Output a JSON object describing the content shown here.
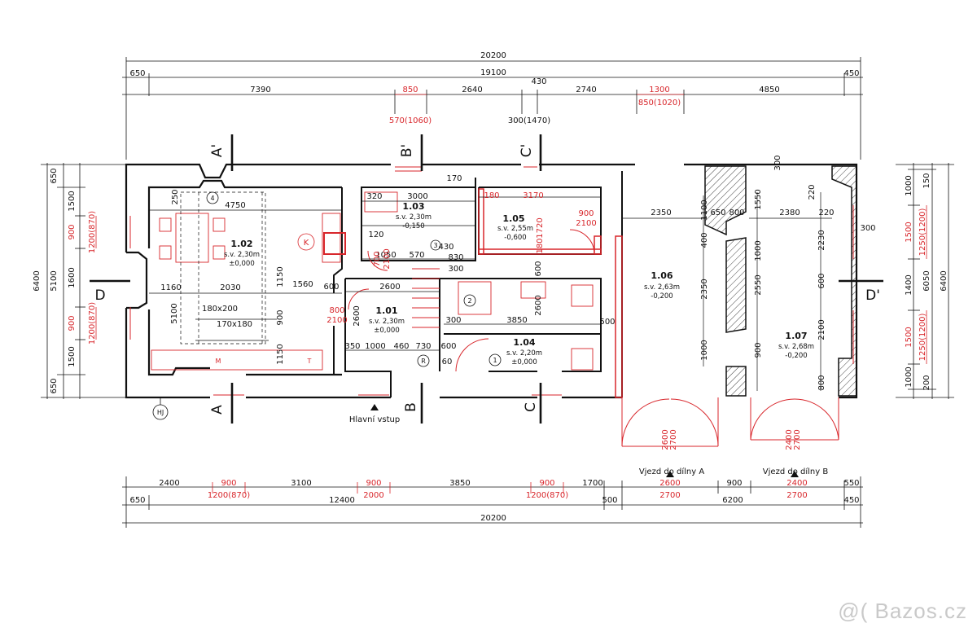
{
  "dims_top": {
    "total": "20200",
    "inner": "19100",
    "edge_left": "650",
    "edge_right": "450",
    "d1": "7390",
    "d2": "850",
    "d3": "2640",
    "d4": "430",
    "d5": "2740",
    "d6": "1300",
    "d7": "4850",
    "r1": "570(1060)",
    "r2": "300(1470)",
    "r3": "850(1020)"
  },
  "dims_bottom": {
    "a1": "2400",
    "a2": "900",
    "a3": "3100",
    "a4": "900",
    "a5": "3850",
    "a6": "900",
    "a7": "1700",
    "a8": "2600",
    "a9": "900",
    "a10": "2400",
    "a11": "550",
    "b1": "1200(870)",
    "b2": "2000",
    "b3": "1200(870)",
    "b4": "2700",
    "b5": "2700",
    "c1": "650",
    "c2": "12400",
    "c3": "500",
    "c4": "6200",
    "c5": "450",
    "total": "20200"
  },
  "dims_left": {
    "total": "6400",
    "inner": "5100",
    "e1": "650",
    "e2": "1500",
    "e3": "900",
    "e4": "1600",
    "e5": "900",
    "e6": "1500",
    "e7": "650",
    "r1": "1200(870)",
    "r2": "1200(870)"
  },
  "dims_right": {
    "total": "6400",
    "inner": "6050",
    "e1": "150",
    "e2": "1000",
    "e3": "1500",
    "e4": "1400",
    "e5": "1500",
    "e6": "1000",
    "e7": "200",
    "r1": "1250(1200)",
    "r2": "1250(1200)"
  },
  "sections": {
    "a_top": "A'",
    "a_bot": "A",
    "b_top": "B'",
    "b_bot": "B",
    "c_top": "C'",
    "c_bot": "C",
    "d_left": "D",
    "d_right": "D'"
  },
  "rooms": [
    {
      "num": "1.02",
      "sv": "s.v. 2,30m",
      "lvl": "±0,000"
    },
    {
      "num": "1.03",
      "sv": "s.v. 2,30m",
      "lvl": "-0,150"
    },
    {
      "num": "1.05",
      "sv": "s.v. 2,55m",
      "lvl": "-0,600"
    },
    {
      "num": "1.01",
      "sv": "s.v. 2,30m",
      "lvl": "±0,000"
    },
    {
      "num": "1.04",
      "sv": "s.v. 2,20m",
      "lvl": "±0,000"
    },
    {
      "num": "1.06",
      "sv": "s.v. 2,63m",
      "lvl": "-0,200"
    },
    {
      "num": "1.07",
      "sv": "s.v. 2,68m",
      "lvl": "-0,200"
    }
  ],
  "inner_dims": {
    "r102_w": "4750",
    "r102_a": "250",
    "r102_b": "1160",
    "r102_c": "2030",
    "r102_d": "1150",
    "r102_e": "1560",
    "r102_f": "1150",
    "r102_g": "5100",
    "r102_h": "900",
    "bed1": "180x200",
    "bed2": "170x180",
    "r103_a": "320",
    "r103_b": "3000",
    "r103_c": "120",
    "r103_d": "1050",
    "r103_e": "570",
    "r103_f": "430",
    "r103_g": "830",
    "r103_h": "170",
    "r105_a": "3170",
    "r105_b": "180",
    "r105_c": "1720",
    "r105_d": "180",
    "r105_door": "900",
    "r105_door2": "2100",
    "r101_a": "600",
    "r101_b": "2600",
    "r101_c": "2600",
    "r101_d": "350",
    "r101_e": "1000",
    "r101_f": "460",
    "r101_g": "730",
    "r101_h": "600",
    "r101_i": "60",
    "door_a": "800",
    "door_b": "2100",
    "door_c": "700",
    "door_d": "2100",
    "r104_a": "300",
    "r104_b": "3850",
    "r104_c": "2600",
    "r104_d": "500",
    "r104_e": "600",
    "r104_f": "300",
    "r106_a": "2350",
    "r106_b": "1100",
    "r106_c": "400",
    "r106_d": "2350",
    "r106_e": "1000",
    "r106_f": "650",
    "r106_g": "800",
    "r107_a": "2380",
    "r107_b": "220",
    "r107_c": "220",
    "r107_d": "1550",
    "r107_e": "2230",
    "r107_f": "2550",
    "r107_g": "600",
    "r107_h": "2100",
    "r107_i": "900",
    "r107_j": "800",
    "r107_k": "300",
    "r107_l": "1000",
    "r107_m": "300"
  },
  "symbols": {
    "k": "K",
    "m": "M",
    "t": "T",
    "r": "R",
    "hj": "HJ",
    "n4": "4",
    "n3": "3",
    "n2": "2",
    "n1": "1"
  },
  "labels": {
    "entry": "Hlavní vstup",
    "garage_a": "Vjezd do dílny A",
    "garage_b": "Vjezd do dílny B",
    "ga_h1": "2600",
    "ga_h2": "2700",
    "gb_h1": "2400",
    "gb_h2": "2700"
  },
  "watermark": "@( Bazos.cz"
}
